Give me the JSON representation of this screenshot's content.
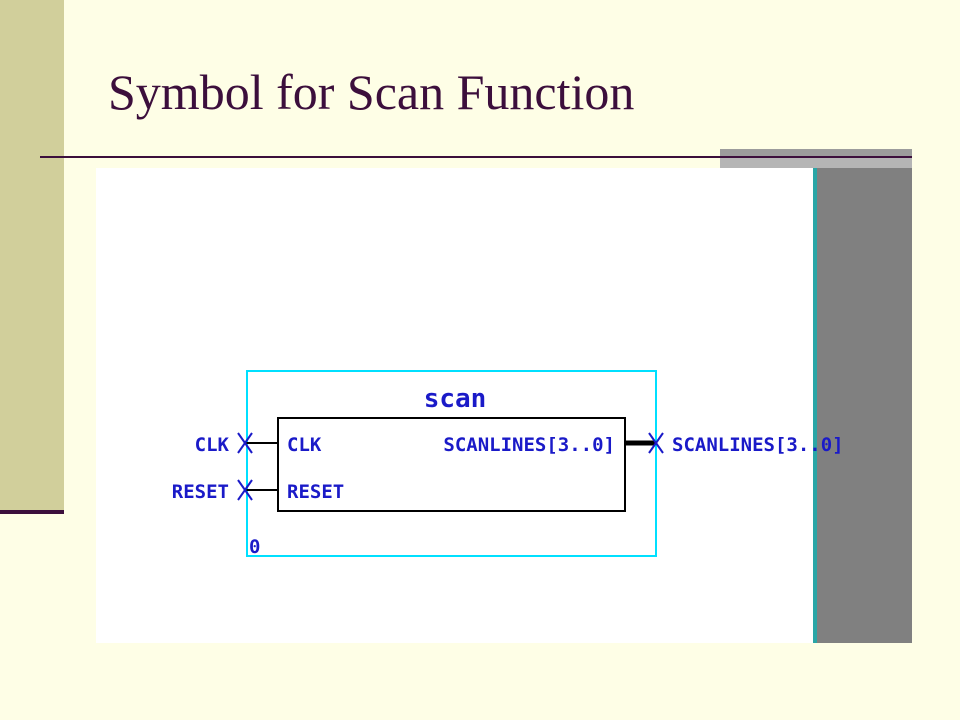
{
  "slide": {
    "title": "Symbol for Scan Function"
  },
  "symbol": {
    "name": "scan",
    "instance_number": "0",
    "inputs": [
      {
        "pin_label": "CLK",
        "net_label": "CLK"
      },
      {
        "pin_label": "RESET",
        "net_label": "RESET"
      }
    ],
    "outputs": [
      {
        "pin_label": "SCANLINES[3..0]",
        "net_label_part1": "SCANLINES",
        "net_label_part2": "[3..0]"
      }
    ]
  },
  "colors": {
    "background": "#fefee6",
    "side_bar": "#d1cf9b",
    "title": "#3c0f3c",
    "label_text": "#1a1ac8",
    "outline": "#00e0ff"
  }
}
